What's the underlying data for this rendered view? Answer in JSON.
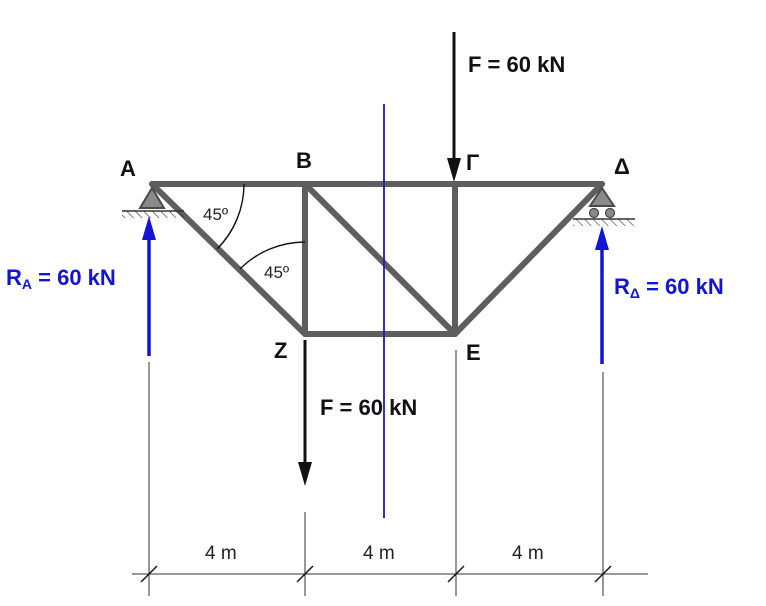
{
  "nodes": {
    "A": "Α",
    "B": "Β",
    "Gamma": "Γ",
    "Delta": "Δ",
    "Z": "Ζ",
    "E": "Ε"
  },
  "loads": {
    "top": "F = 60 kN",
    "bottom": "F = 60 kN"
  },
  "reactions": {
    "left_prefix": "R",
    "left_sub": "A",
    "left_value": " = 60 kN",
    "right_prefix": "R",
    "right_sub": "Δ",
    "right_value": " = 60 kN"
  },
  "angles": {
    "top": "45º",
    "bottom": "45º"
  },
  "dimensions": [
    "4 m",
    "4 m",
    "4 m"
  ],
  "colors": {
    "member": "#5e5e5e",
    "reaction": "#1414d6",
    "section_line": "#1a1ac8",
    "force": "#111111"
  }
}
